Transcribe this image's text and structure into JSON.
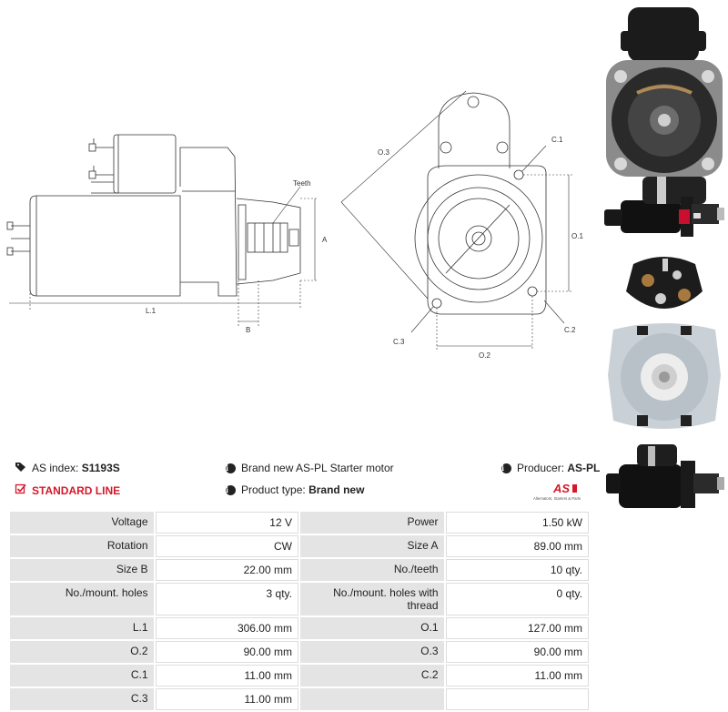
{
  "diagram": {
    "left_labels": {
      "teeth": "Teeth",
      "a": "A",
      "b": "B",
      "l1": "L.1"
    },
    "right_labels": {
      "o3": "O.3",
      "c1": "C.1",
      "o1": "O.1",
      "c3": "C.3",
      "c2": "C.2",
      "o2": "O.2"
    }
  },
  "info": {
    "as_index_label": "AS index:",
    "as_index_value": "S1193S",
    "line_label": "STANDARD LINE",
    "description": "Brand new AS-PL Starter motor",
    "product_type_label": "Product type:",
    "product_type_value": "Brand new",
    "producer_label": "Producer:",
    "producer_value": "AS-PL",
    "logo_text": "AS",
    "logo_subtext": "Alternators, Starters & Parts",
    "colors": {
      "accent": "#d4182a",
      "label_bg": "#e4e4e4"
    }
  },
  "specs": [
    {
      "l1": "Voltage",
      "v1": "12 V",
      "l2": "Power",
      "v2": "1.50 kW"
    },
    {
      "l1": "Rotation",
      "v1": "CW",
      "l2": "Size A",
      "v2": "89.00 mm"
    },
    {
      "l1": "Size B",
      "v1": "22.00 mm",
      "l2": "No./teeth",
      "v2": "10 qty."
    },
    {
      "l1": "No./mount. holes",
      "v1": "3 qty.",
      "l2": "No./mount. holes with thread",
      "v2": "0 qty."
    },
    {
      "l1": "L.1",
      "v1": "306.00 mm",
      "l2": "O.1",
      "v2": "127.00 mm"
    },
    {
      "l1": "O.2",
      "v1": "90.00 mm",
      "l2": "O.3",
      "v2": "90.00 mm"
    },
    {
      "l1": "C.1",
      "v1": "11.00 mm",
      "l2": "C.2",
      "v2": "11.00 mm"
    },
    {
      "l1": "C.3",
      "v1": "11.00 mm",
      "l2": "",
      "v2": ""
    }
  ]
}
